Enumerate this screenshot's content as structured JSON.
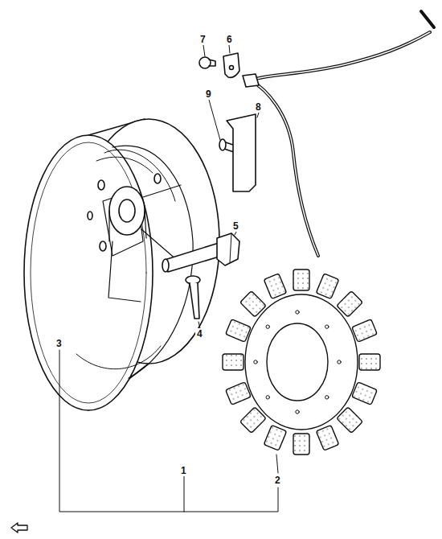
{
  "diagram": {
    "labels": [
      "7",
      "6",
      "9",
      "8",
      "5",
      "4",
      "3",
      "1",
      "2"
    ]
  }
}
